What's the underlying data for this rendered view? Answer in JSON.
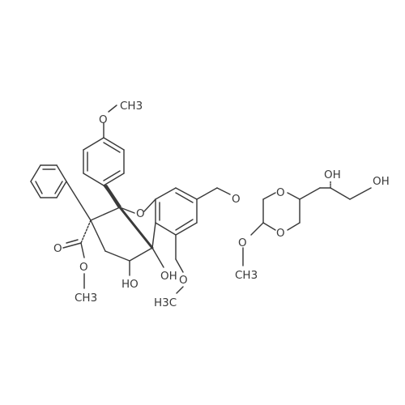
{
  "molecule": {
    "atom_labels": {
      "methoxy_top_ch3": "CH3",
      "methoxy_top_o": "O",
      "furan_o": "O",
      "aryl_o": "O",
      "dioxane_o1": "O",
      "dioxane_o2": "O",
      "side_oh1": "OH",
      "side_oh2": "OH",
      "ester_o_carbonyl": "O",
      "ester_o": "O",
      "ester_ch3": "CH3",
      "oh_c1": "HO",
      "oh_c8b": "OH",
      "methoxy_arom_o": "O",
      "methoxy_arom_ch3": "H3C",
      "methoxy_dioxane_o": "O",
      "methoxy_dioxane_ch3": "CH3"
    }
  }
}
